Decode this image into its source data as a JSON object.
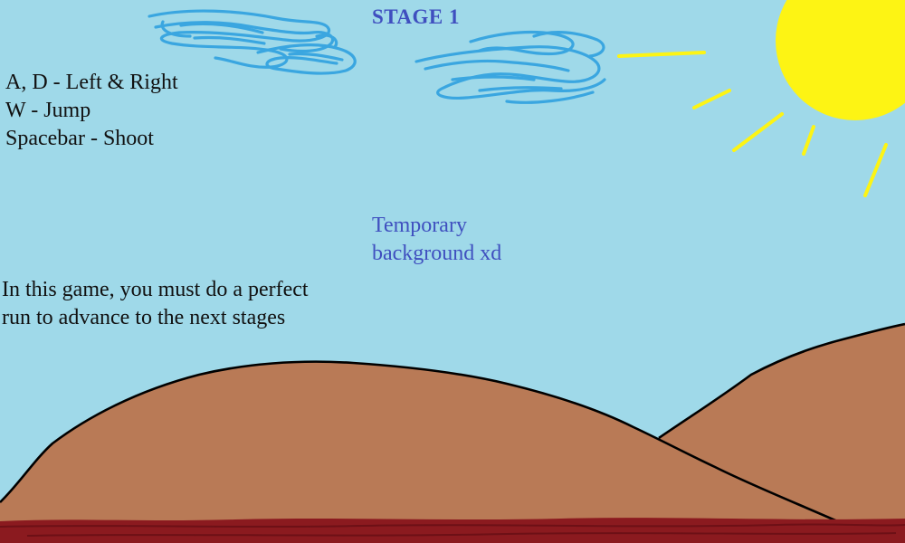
{
  "colors": {
    "sky": "#9fd9e9",
    "accent": "#3f4fbf",
    "text": "#111111",
    "sun": "#fdf414",
    "cloud": "#3aa6e0",
    "hill": "#b97a56",
    "hill_outline": "#000000",
    "ground": "#8b1a1f"
  },
  "hud": {
    "stage_label": "STAGE 1"
  },
  "controls": {
    "line1": "A, D - Left & Right",
    "line2": "W - Jump",
    "line3": "Spacebar - Shoot"
  },
  "note": {
    "line1": "Temporary",
    "line2": "background xd"
  },
  "instructions": {
    "line1": "In this game, you must do a perfect",
    "line2": "run to advance to the next stages"
  },
  "icons": {
    "sun": "sun-icon",
    "clouds": "cloud-icon"
  }
}
